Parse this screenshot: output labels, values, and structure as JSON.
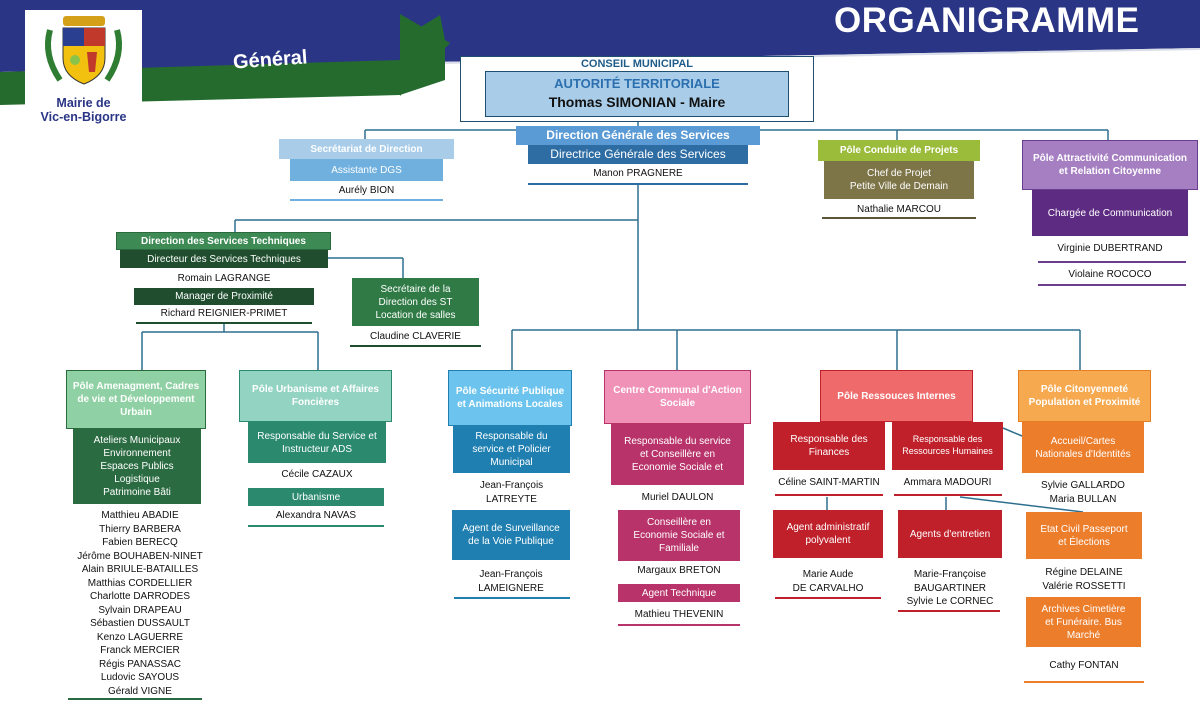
{
  "header": {
    "title": "ORGANIGRAMME",
    "section": "Général",
    "logo_line1": "Mairie de",
    "logo_line2": "Vic-en-Bigorre",
    "colors": {
      "blue_band": "#2a3585",
      "green_arrow": "#256b2e"
    }
  },
  "top": {
    "council": "CONSEIL MUNICIPAL",
    "authority": "AUTORITÉ TERRITORIALE",
    "mayor": "Thomas SIMONIAN - Maire"
  },
  "dgs": {
    "title": "Direction Générale des Services",
    "role": "Directrice Générale des Services",
    "person": "Manon PRAGNERE"
  },
  "secretariat": {
    "title": "Secrétariat de Direction",
    "role": "Assistante DGS",
    "person": "Aurély BION"
  },
  "projets": {
    "title": "Pôle Conduite de Projets",
    "role": "Chef de Projet\nPetite Ville de Demain",
    "person": "Nathalie MARCOU"
  },
  "attractivite": {
    "title": "Pôle Attractivité Communication\net Relation Citoyenne",
    "role": "Chargée de Communication",
    "person1": "Virginie DUBERTRAND",
    "person2": "Violaine ROCOCO"
  },
  "dst": {
    "title": "Direction des Services Techniques",
    "role": "Directeur des Services Techniques",
    "person": "Romain LAGRANGE",
    "manager_role": "Manager de Proximité",
    "manager_person": "Richard REIGNIER-PRIMET",
    "secretary_role": "Secrétaire de la\nDirection des ST\nLocation de salles",
    "secretary_person": "Claudine CLAVERIE"
  },
  "amenagement": {
    "title": "Pôle Amenagment, Cadres\nde vie et Développement\nUrbain",
    "role": "Ateliers Municipaux\nEnvironnement\nEspaces Publics\nLogistique\nPatrimoine Bâti",
    "people": "Matthieu ABADIE\nThierry BARBERA\nFabien BERECQ\nJérôme BOUHABEN-NINET\nAlain BRIULE-BATAILLES\nMatthias CORDELLIER\nCharlotte DARRODES\nSylvain DRAPEAU\nSébastien DUSSAULT\nKenzo LAGUERRE\nFranck MERCIER\nRégis PANASSAC\nLudovic SAYOUS\nGérald VIGNE"
  },
  "urbanisme": {
    "title": "Pôle Urbanisme et Affaires\nFoncières",
    "role": "Responsable du Service et\nInstructeur ADS",
    "person": "Cécile CAZAUX",
    "role2": "Urbanisme",
    "person2": "Alexandra NAVAS"
  },
  "securite": {
    "title": "Pôle Sécurité Publique\net Animations Locales",
    "role": "Responsable du\nservice et Policier\nMunicipal",
    "person": "Jean-François\nLATREYTE",
    "role2": "Agent de Surveillance\nde la Voie Publique",
    "person2": "Jean-François\nLAMEIGNERE"
  },
  "ccas": {
    "title": "Centre Communal d'Action\nSociale",
    "role": "Responsable du service\net Conseillère en\nEconomie Sociale et",
    "person": "Muriel DAULON",
    "role2": "Conseillère en\nEconomie Sociale et\nFamiliale",
    "person2": "Margaux BRETON",
    "role3": "Agent Technique",
    "person3": "Mathieu THEVENIN"
  },
  "ressources": {
    "title": "Pôle Ressouces Internes",
    "fin_role": "Responsable des\nFinances",
    "fin_person": "Céline SAINT-MARTIN",
    "rh_role": "Responsable des\nRessources Humaines",
    "rh_person": "Ammara MADOURI",
    "admin_role": "Agent administratif\npolyvalent",
    "admin_person": "Marie Aude\nDE CARVALHO",
    "entretien_role": "Agents d'entretien",
    "entretien_person": "Marie-Françoise\nBAUGARTINER\nSylvie Le CORNEC"
  },
  "citoyennete": {
    "title": "Pôle Citonyenneté\nPopulation et Proximité",
    "role": "Accueil/Cartes\nNationales d'Identités",
    "person": "Sylvie GALLARDO\nMaria BULLAN",
    "role2": "Etat Civil Passeport\net Élections",
    "person2": "Régine DELAINE\nValérie ROSSETTI",
    "role3": "Archives Cimetière\net Funéraire. Bus\nMarché",
    "person3": "Cathy FONTAN"
  }
}
